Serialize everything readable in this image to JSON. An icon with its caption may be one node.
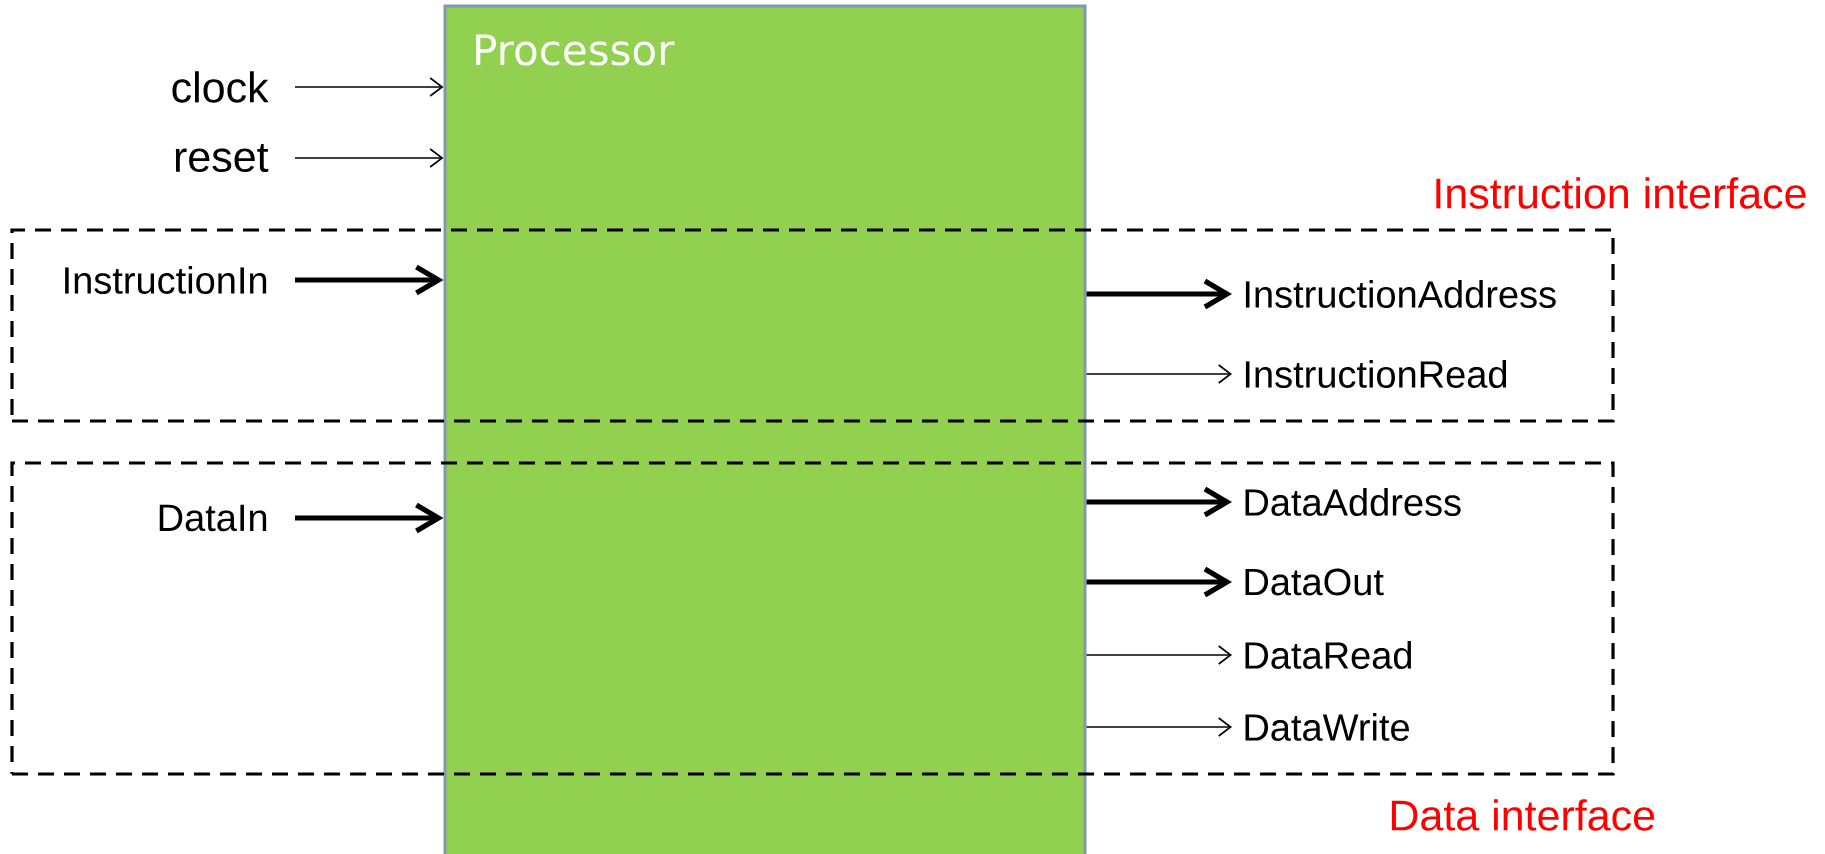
{
  "diagram": {
    "nodes": [
      {
        "text": [
          "Processor"
        ]
      },
      {
        "text": [
          "clock"
        ]
      },
      {
        "text": [
          "reset"
        ]
      },
      {
        "text": [
          "Instruction interface"
        ]
      },
      {
        "text": [
          "InstructionIn"
        ],
        "in": 3
      },
      {
        "text": [
          "InstructionAddress"
        ],
        "in": 3
      },
      {
        "text": [
          "InstructionRead"
        ],
        "in": 3
      },
      {
        "text": [
          "Data interface"
        ]
      },
      {
        "text": [
          "DataIn"
        ],
        "in": 7
      },
      {
        "text": [
          "DataAddress"
        ],
        "in": 7
      },
      {
        "text": [
          "DataOut"
        ],
        "in": 7
      },
      {
        "text": [
          "DataRead"
        ],
        "in": 7
      },
      {
        "text": [
          "DataWrite"
        ],
        "in": 7
      }
    ],
    "edges": [
      {
        "from": 1,
        "to": 0,
        "arrow": "to"
      },
      {
        "from": 2,
        "to": 0,
        "arrow": "to"
      },
      {
        "from": 4,
        "to": 0,
        "arrow": "to",
        "style": "thick"
      },
      {
        "from": 0,
        "to": 5,
        "arrow": "to",
        "style": "thick"
      },
      {
        "from": 0,
        "to": 6,
        "arrow": "to"
      },
      {
        "from": 8,
        "to": 0,
        "arrow": "to",
        "style": "thick"
      },
      {
        "from": 0,
        "to": 9,
        "arrow": "to",
        "style": "thick"
      },
      {
        "from": 0,
        "to": 10,
        "arrow": "to",
        "style": "thick"
      },
      {
        "from": 0,
        "to": 11,
        "arrow": "to"
      },
      {
        "from": 0,
        "to": 12,
        "arrow": "to"
      }
    ]
  }
}
